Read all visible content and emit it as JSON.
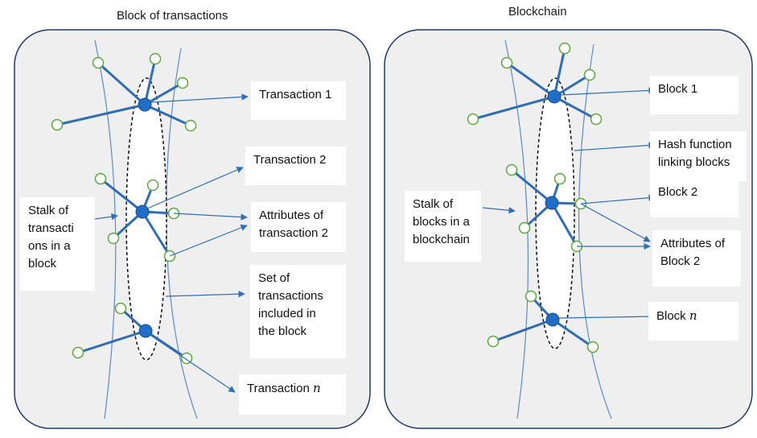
{
  "panels": {
    "left": {
      "title": "Block of transactions",
      "labels": {
        "transaction_1": "Transaction 1",
        "transaction_2": "Transaction 2",
        "attributes": [
          "Attributes of",
          "transaction 2"
        ],
        "stalk": [
          "Stalk of",
          "transacti",
          "ons in a",
          "block"
        ],
        "set": [
          "Set of",
          "transactions",
          "included in",
          "the block"
        ],
        "transaction_n_prefix": "Transaction ",
        "transaction_n_var": "n"
      }
    },
    "right": {
      "title": "Blockchain",
      "labels": {
        "block_1": "Block 1",
        "hash": [
          "Hash function",
          "linking blocks"
        ],
        "block_2": "Block 2",
        "stalk": [
          "Stalk of",
          "blocks in a",
          "blockchain"
        ],
        "attributes": [
          "Attributes of",
          "Block 2"
        ],
        "block_n_prefix": "Block ",
        "block_n_var": "n"
      }
    }
  },
  "colors": {
    "panel_fill": "#efefef",
    "panel_border": "#1f3b70",
    "stalk_line": "#5b8cc4",
    "edge_line": "#2f6db5",
    "node_fill": "#1f6fc8",
    "leaf_stroke": "#5aa83a",
    "arrow": "#2e6fb8"
  }
}
